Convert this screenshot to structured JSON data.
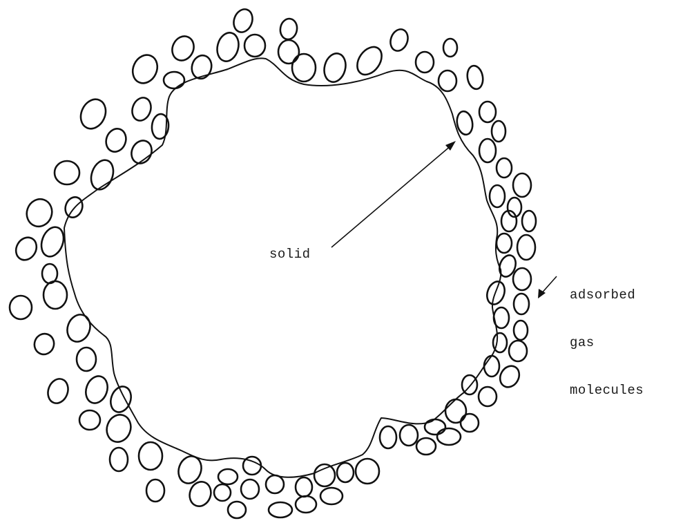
{
  "labels": {
    "solid": "solid",
    "gas_line1": "adsorbed",
    "gas_line2": "gas",
    "gas_line3": "molecules"
  },
  "colors": {
    "ink": "#111111",
    "background": "#ffffff"
  }
}
